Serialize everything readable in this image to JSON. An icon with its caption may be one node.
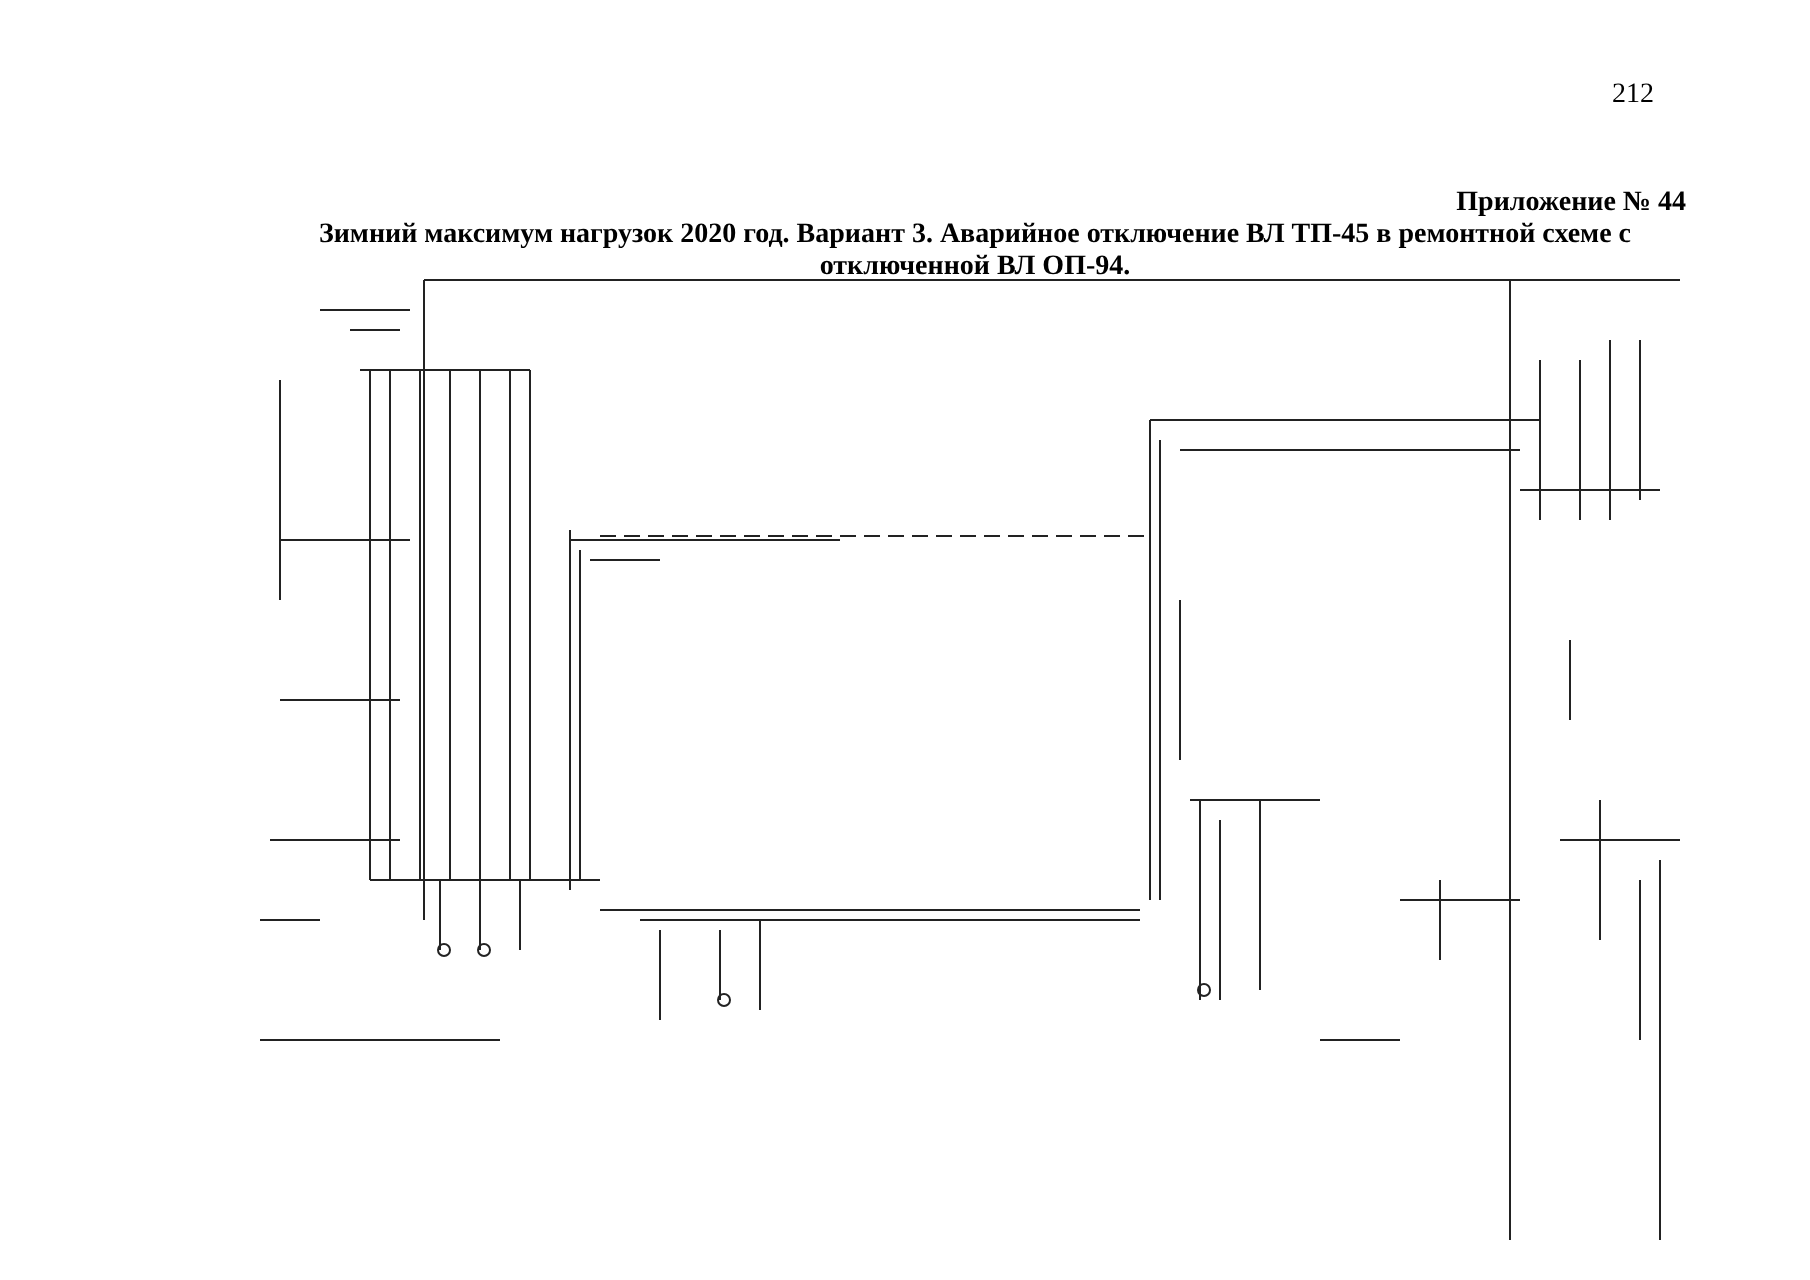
{
  "diagram": {
    "title": "Зимний максимум нагрузок 2020 год. Вариант 3. Аварийное отключение ВЛ ТП-45 в ремонтной схеме с отключенной ВЛ ОП-94.",
    "labels": [
      "212",
      "Приложение № 44"
    ]
  }
}
